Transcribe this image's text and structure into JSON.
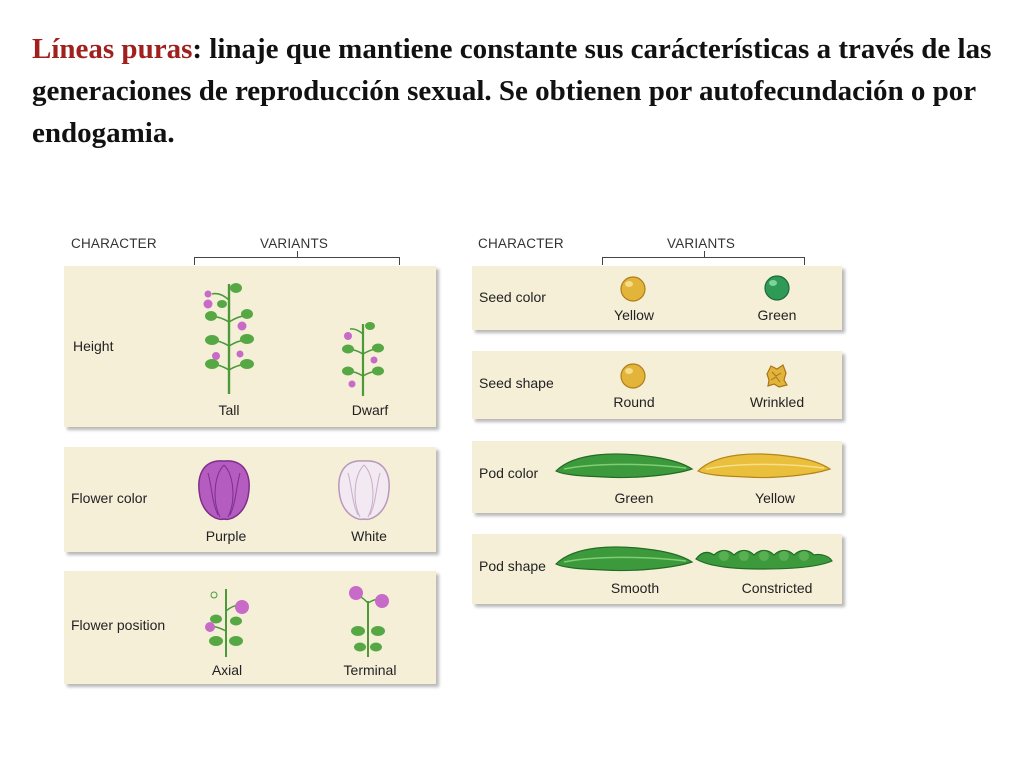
{
  "heading": {
    "term": "Líneas puras",
    "colon": ":",
    "definition": " linaje que mantiene constante sus carácterísticas a través de las generaciones de reproducción sexual. Se obtienen por autofecundación o por endogamia."
  },
  "left_table": {
    "character_header": "CHARACTER",
    "variants_header": "VARIANTS",
    "rows": [
      {
        "character": "Height",
        "variant_a": "Tall",
        "variant_b": "Dwarf"
      },
      {
        "character": "Flower color",
        "variant_a": "Purple",
        "variant_b": "White"
      },
      {
        "character": "Flower position",
        "variant_a": "Axial",
        "variant_b": "Terminal"
      }
    ]
  },
  "right_table": {
    "character_header": "CHARACTER",
    "variants_header": "VARIANTS",
    "rows": [
      {
        "character": "Seed color",
        "variant_a": "Yellow",
        "variant_b": "Green"
      },
      {
        "character": "Seed shape",
        "variant_a": "Round",
        "variant_b": "Wrinkled"
      },
      {
        "character": "Pod color",
        "variant_a": "Green",
        "variant_b": "Yellow"
      },
      {
        "character": "Pod shape",
        "variant_a": "Smooth",
        "variant_b": "Constricted"
      }
    ]
  },
  "colors": {
    "term": "#a0201e",
    "panel": "#f6efd8",
    "leaf_green": "#4a9a3a",
    "purple_flower": "#b45cc0",
    "white_flower": "#f3e9f2",
    "yellow_seed": "#e2b43a",
    "green_seed": "#2e9a55",
    "green_pod": "#3c9a3c",
    "yellow_pod": "#e9bf3c"
  }
}
